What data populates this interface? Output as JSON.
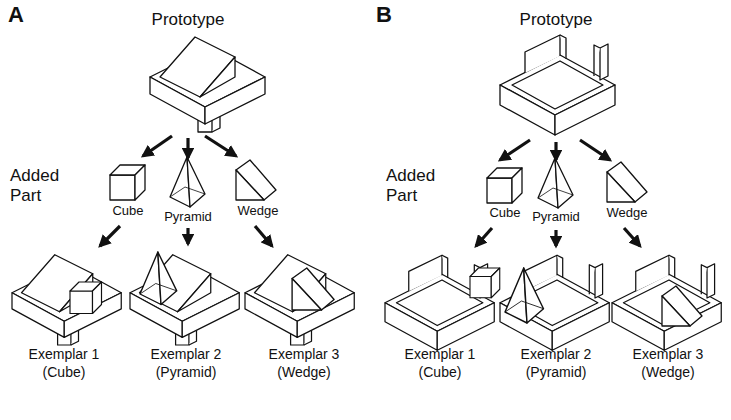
{
  "diagram": {
    "labels": [
      "A",
      "Prototype",
      "Added Part",
      "Cube",
      "Pyramid",
      "Wedge",
      "Exemplar 1",
      "(Cube)",
      "Exemplar 2",
      "(Pyramid)",
      "Exemplar 3",
      "(Wedge)",
      "B",
      "Prototype",
      "Added Part",
      "Cube",
      "Pyramid",
      "Wedge",
      "Exemplar 1",
      "(Cube)",
      "Exemplar 2",
      "(Pyramid)",
      "Exemplar 3",
      "(Wedge)"
    ]
  }
}
